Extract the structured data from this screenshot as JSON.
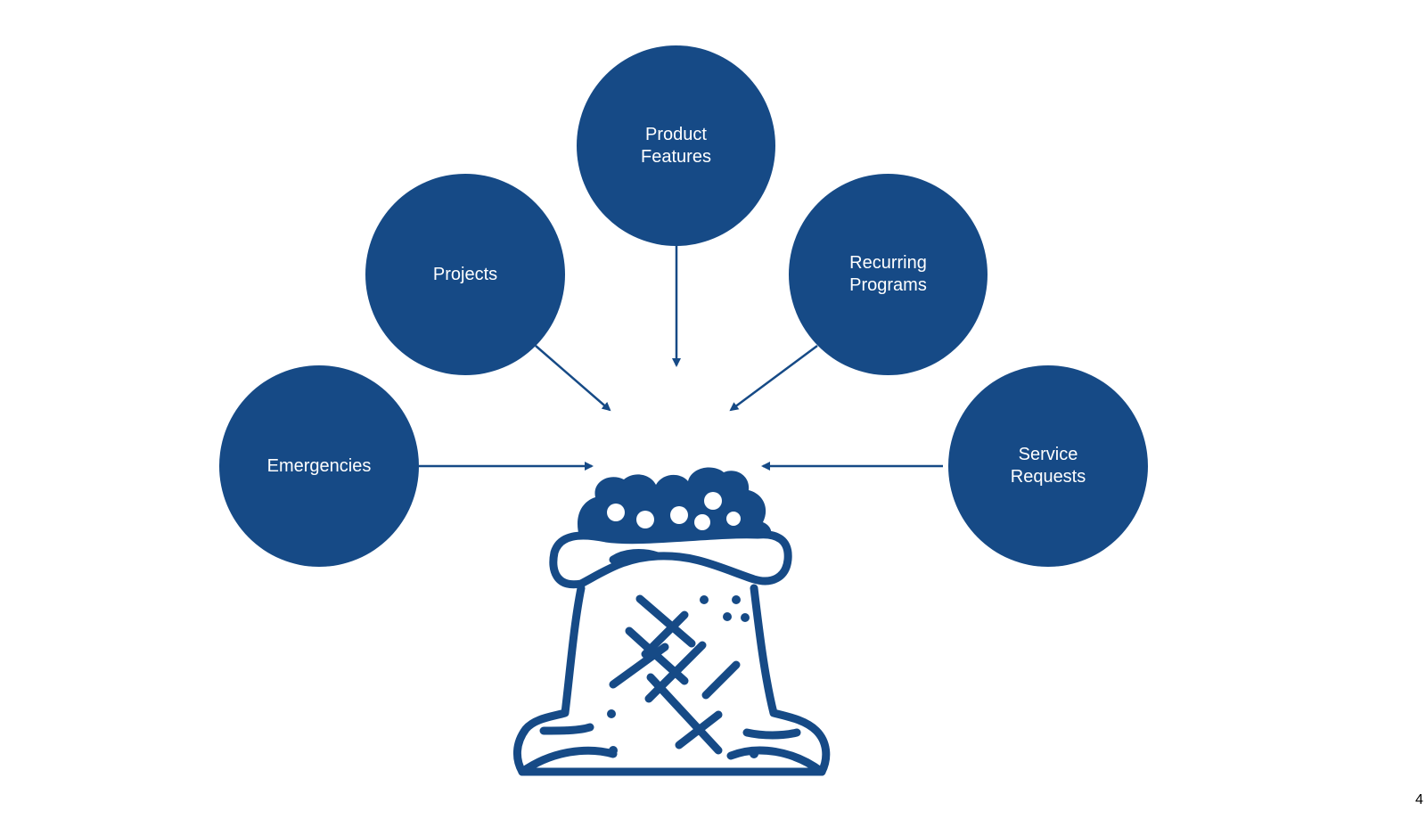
{
  "colors": {
    "accent": "#164a86",
    "background": "#ffffff"
  },
  "nodes": [
    {
      "id": "product",
      "label": "Product\nFeatures"
    },
    {
      "id": "projects",
      "label": "Projects"
    },
    {
      "id": "recurring",
      "label": "Recurring\nPrograms"
    },
    {
      "id": "emergencies",
      "label": "Emergencies"
    },
    {
      "id": "service",
      "label": "Service\nRequests"
    }
  ],
  "center_icon": "grain-sack-icon",
  "corner_mark": "4"
}
